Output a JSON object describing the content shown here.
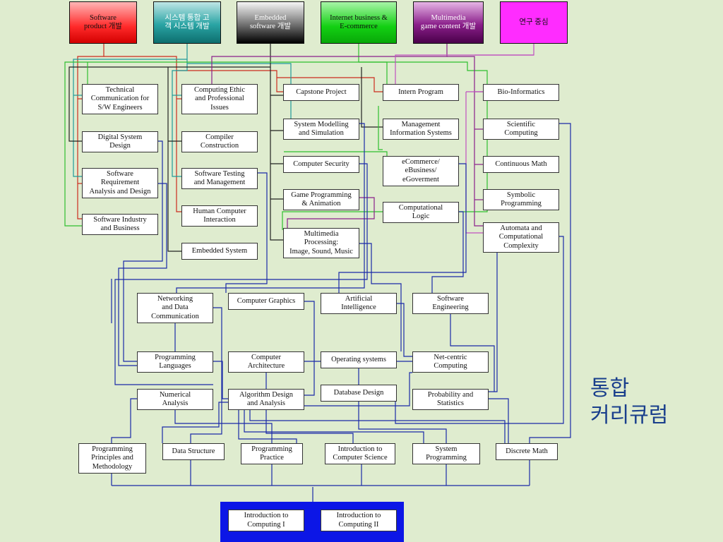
{
  "heading": "통합\n커리큐럼",
  "tracks": [
    {
      "id": "tr-sw",
      "label": "Software\nproduct 개발",
      "color": "red"
    },
    {
      "id": "tr-si",
      "label": "시스템 통합 고\n객 시스템 개발",
      "color": "teal"
    },
    {
      "id": "tr-emb",
      "label": "Embedded\nsoftware 개발",
      "color": "black"
    },
    {
      "id": "tr-ib",
      "label": "Internet business &\nE-commerce",
      "color": "green"
    },
    {
      "id": "tr-mm",
      "label": "Multimedia\ngame content 개발",
      "color": "purple"
    },
    {
      "id": "tr-res",
      "label": "연구 중심",
      "color": "magenta"
    }
  ],
  "courses": [
    {
      "id": "c-techcomm",
      "label": "Technical\nCommunication for\nS/W Engineers"
    },
    {
      "id": "c-digital",
      "label": "Digital System\nDesign"
    },
    {
      "id": "c-swreq",
      "label": "Software\nRequirement\nAnalysis and Design"
    },
    {
      "id": "c-swind",
      "label": "Software Industry\nand Business"
    },
    {
      "id": "c-ethic",
      "label": "Computing Ethic\nand Professional\nIssues"
    },
    {
      "id": "c-compiler",
      "label": "Compiler\nConstruction"
    },
    {
      "id": "c-swtest",
      "label": "Software Testing\nand Management"
    },
    {
      "id": "c-hci",
      "label": "Human Computer\nInteraction"
    },
    {
      "id": "c-embsys",
      "label": "Embedded System"
    },
    {
      "id": "c-capstone",
      "label": "Capstone Project"
    },
    {
      "id": "c-sysmod",
      "label": "System Modelling\nand Simulation"
    },
    {
      "id": "c-compsec",
      "label": "Computer Security"
    },
    {
      "id": "c-gameprog",
      "label": "Game Programming\n& Animation"
    },
    {
      "id": "c-mmproc",
      "label": "Multimedia\nProcessing:\nImage, Sound, Music"
    },
    {
      "id": "c-intern",
      "label": "Intern Program"
    },
    {
      "id": "c-mis",
      "label": "Management\nInformation Systems"
    },
    {
      "id": "c-ecomm",
      "label": "eCommerce/\neBusiness/\neGoverment"
    },
    {
      "id": "c-complogic",
      "label": "Computational\nLogic"
    },
    {
      "id": "c-bio",
      "label": "Bio-Informatics"
    },
    {
      "id": "c-scicomp",
      "label": "Scientific\nComputing"
    },
    {
      "id": "c-contmath",
      "label": "Continuous Math"
    },
    {
      "id": "c-symprog",
      "label": "Symbolic\nProgramming"
    },
    {
      "id": "c-automata",
      "label": "Automata and\nComputational\nComplexity"
    },
    {
      "id": "c-network",
      "label": "Networking\nand Data\nCommunication"
    },
    {
      "id": "c-graphics",
      "label": "Computer Graphics"
    },
    {
      "id": "c-ai",
      "label": "Artificial\nIntelligence"
    },
    {
      "id": "c-sweng",
      "label": "Software\nEngineering"
    },
    {
      "id": "c-proglang",
      "label": "Programming\nLanguages"
    },
    {
      "id": "c-comparch",
      "label": "Computer\nArchitecture"
    },
    {
      "id": "c-os",
      "label": "Operating systems"
    },
    {
      "id": "c-netcentric",
      "label": "Net-centric\nComputing"
    },
    {
      "id": "c-numerical",
      "label": "Numerical\nAnalysis"
    },
    {
      "id": "c-algo",
      "label": "Algorithm Design\nand Analysis"
    },
    {
      "id": "c-db",
      "label": "Database Design"
    },
    {
      "id": "c-prob",
      "label": "Probability and\nStatistics"
    },
    {
      "id": "c-ppm",
      "label": "Programming\nPrinciples and\nMethodology"
    },
    {
      "id": "c-ds",
      "label": "Data Structure"
    },
    {
      "id": "c-practice",
      "label": "Programming\nPractice"
    },
    {
      "id": "c-introcs",
      "label": "Introduction to\nComputer Science"
    },
    {
      "id": "c-sysprog",
      "label": "System\nProgramming"
    },
    {
      "id": "c-discrete",
      "label": "Discrete Math"
    },
    {
      "id": "c-intro1",
      "label": "Introduction to\nComputing I"
    },
    {
      "id": "c-intro2",
      "label": "Introduction to\nComputing II"
    }
  ],
  "colors": {
    "red": "#cc2b1d",
    "teal": "#1f9a9a",
    "black": "#222222",
    "green": "#2fbf2f",
    "purple": "#8a1f8a",
    "magenta": "#c04fc0",
    "blue": "#1a2aa8",
    "background": "#dfeccf"
  }
}
